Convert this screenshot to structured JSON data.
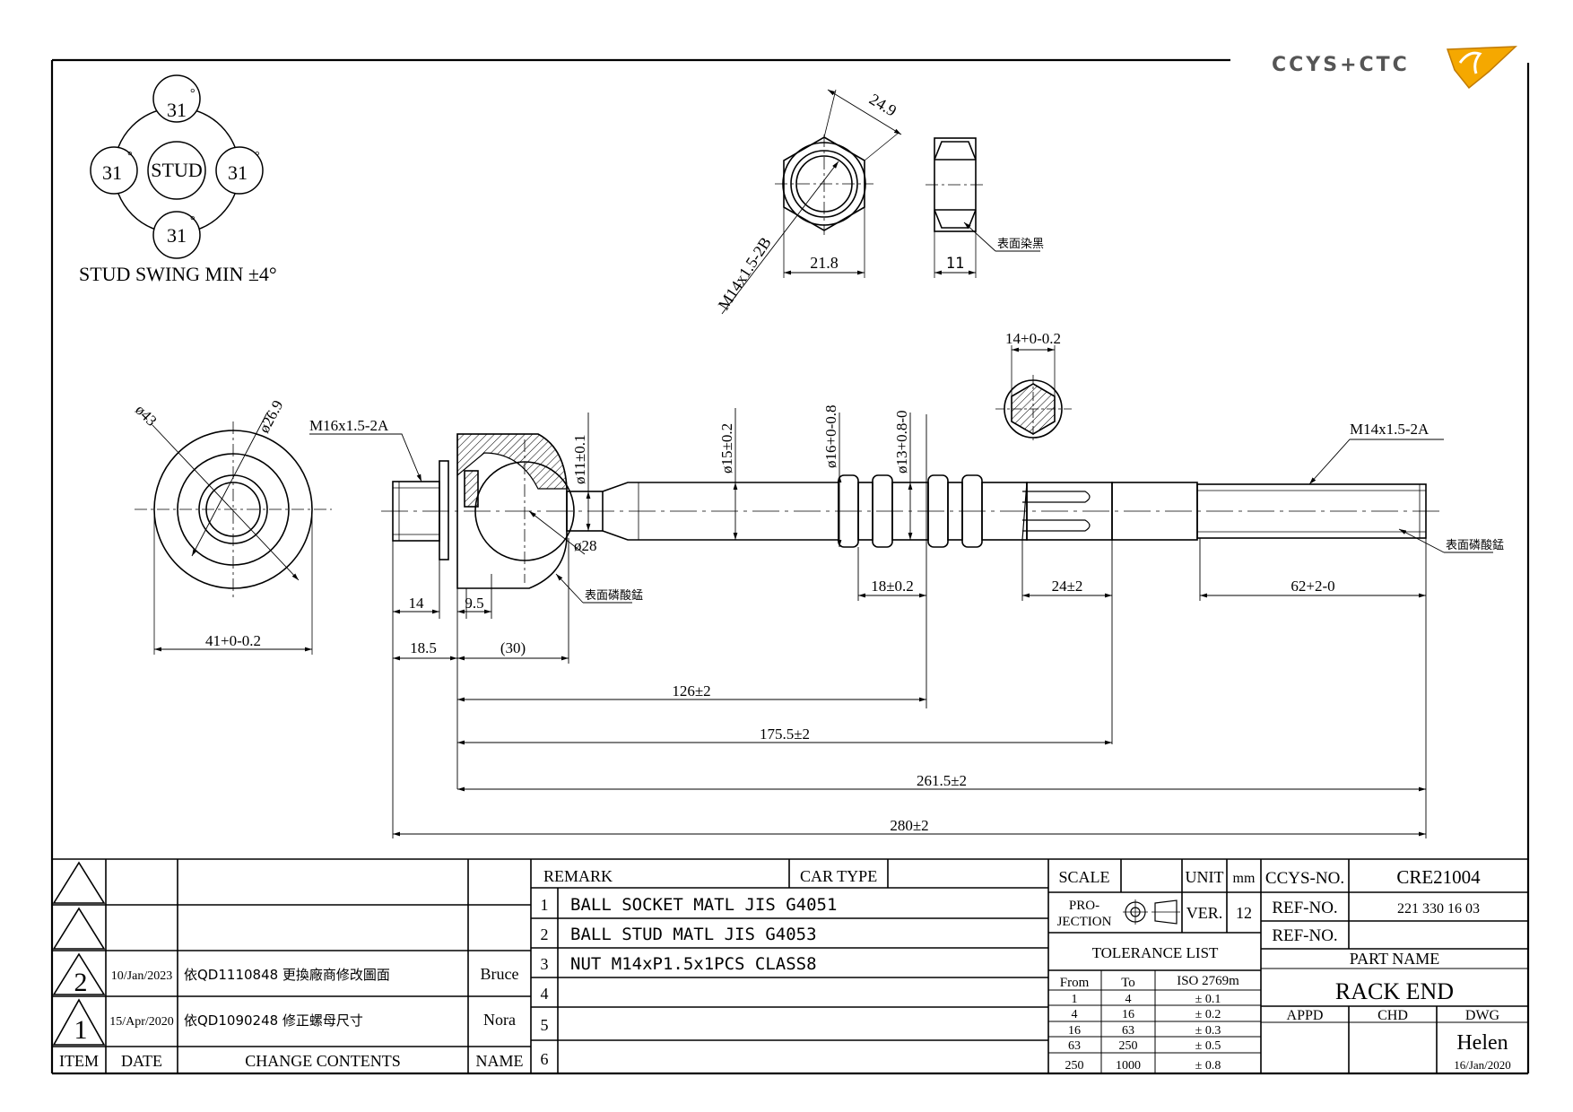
{
  "logo": {
    "text": "CCYS+CTC"
  },
  "stud_swing": {
    "center_label": "STUD",
    "angles": [
      "31",
      "31",
      "31",
      "31"
    ],
    "degree_mark": "°",
    "caption": "STUD SWING MIN ±4°"
  },
  "nut_view": {
    "across_flats": "24.9",
    "thread": "M14x1.5-2B",
    "width": "21.8",
    "thickness": "11",
    "surface_note": "表面染黑"
  },
  "end_view": {
    "outer_dia": "ø43",
    "inner_dia": "ø26.9",
    "thread": "M16x1.5-2A",
    "width": "41+0-0.2"
  },
  "main_view": {
    "dims": {
      "d_neck": "ø11±0.1",
      "d_shaft": "ø15±0.2",
      "d_groove16": "ø16+0-0.8",
      "d_groove13": "ø13+0.8-0",
      "hex": "14+0-0.2",
      "thread_end": "M14x1.5-2A",
      "ball": "ø28",
      "groove_len": "18±0.2",
      "hex_len": "24±2",
      "thread_len": "62+2-0",
      "len_14": "14",
      "len_9_5": "9.5",
      "len_18_5": "18.5",
      "len_30": "(30)",
      "len_126": "126±2",
      "len_175": "175.5±2",
      "len_261": "261.5±2",
      "len_280": "280±2"
    },
    "note_socket": "表面磷酸錳",
    "note_thread": "表面磷酸錳"
  },
  "revisions": {
    "rows": [
      {
        "item": "",
        "date": "",
        "content": "",
        "name": ""
      },
      {
        "item": "",
        "date": "",
        "content": "",
        "name": ""
      },
      {
        "item": "2",
        "date": "10/Jan/2023",
        "content": "依QD1110848 更換廠商修改圖面",
        "name": "Bruce"
      },
      {
        "item": "1",
        "date": "15/Apr/2020",
        "content": "依QD1090248 修正螺母尺寸",
        "name": "Nora"
      }
    ],
    "headers": {
      "item": "ITEM",
      "date": "DATE",
      "content": "CHANGE CONTENTS",
      "name": "NAME"
    }
  },
  "remarks": {
    "remark_label": "REMARK",
    "car_type_label": "CAR TYPE",
    "car_type": "",
    "rows": [
      {
        "no": "1",
        "text": "BALL SOCKET MATL JIS G4051"
      },
      {
        "no": "2",
        "text": "BALL STUD MATL JIS G4053"
      },
      {
        "no": "3",
        "text": "NUT M14xP1.5x1PCS CLASS8"
      },
      {
        "no": "4",
        "text": ""
      },
      {
        "no": "5",
        "text": ""
      },
      {
        "no": "6",
        "text": ""
      }
    ]
  },
  "title_block": {
    "scale_label": "SCALE",
    "scale": "",
    "unit_label": "UNIT",
    "unit": "mm",
    "projection_label": "PRO-\nJECTION",
    "ver_label": "VER.",
    "ver": "12",
    "tolerance_title": "TOLERANCE LIST",
    "tolerance_headers": [
      "From",
      "To",
      "ISO 2769m"
    ],
    "tolerance_rows": [
      [
        "1",
        "4",
        "± 0.1"
      ],
      [
        "4",
        "16",
        "± 0.2"
      ],
      [
        "16",
        "63",
        "± 0.3"
      ],
      [
        "63",
        "250",
        "± 0.5"
      ],
      [
        "250",
        "1000",
        "± 0.8"
      ]
    ],
    "ccys_no_label": "CCYS-NO.",
    "ccys_no": "CRE21004",
    "ref_no_label": "REF-NO.",
    "ref_no": "221 330 16 03",
    "ref_no2_label": "REF-NO.",
    "ref_no2": "",
    "part_name_label": "PART NAME",
    "part_name": "RACK END",
    "appd_label": "APPD",
    "chd_label": "CHD",
    "dwg_label": "DWG",
    "appd": "",
    "chd": "",
    "dwg": "Helen",
    "dwg_date": "16/Jan/2020"
  }
}
